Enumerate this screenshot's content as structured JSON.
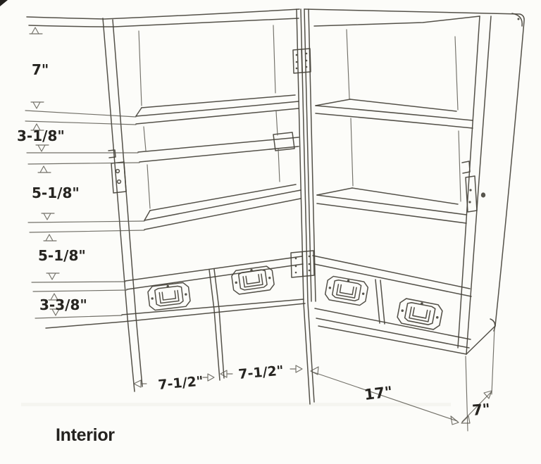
{
  "title": "Interior",
  "palette": {
    "background": "#fcfcf9",
    "ink": "#45423a",
    "label": "#262420"
  },
  "figure": {
    "type": "hand-drawn cabinet interior elevation",
    "parts": [
      "left-door",
      "right-case",
      "shelves",
      "drawers",
      "campaign-pulls",
      "hinges",
      "latches"
    ]
  },
  "dimensions": {
    "left": [
      {
        "label": "7\""
      },
      {
        "label": "3-1/8\""
      },
      {
        "label": "5-1/8\""
      },
      {
        "label": "5-1/8\""
      },
      {
        "label": "3-3/8\""
      }
    ],
    "bottom": [
      {
        "label": "7-1/2\""
      },
      {
        "label": "7-1/2\""
      },
      {
        "label": "17\""
      },
      {
        "label": "7\""
      }
    ]
  }
}
